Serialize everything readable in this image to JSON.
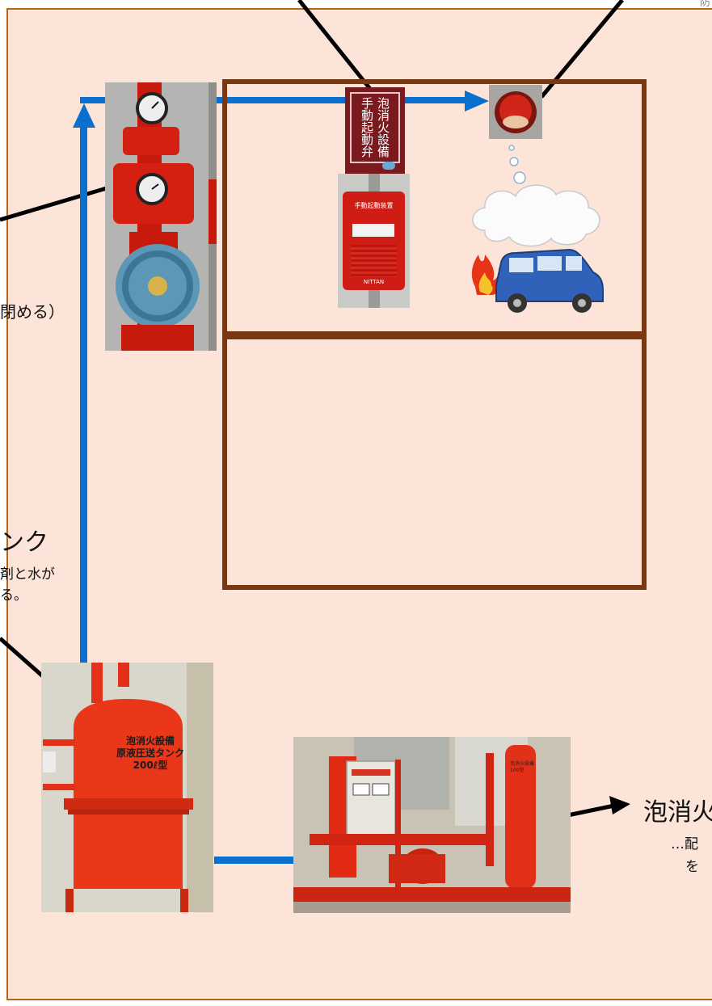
{
  "corner_mark": "防",
  "labels": {
    "valve_text": "閉める）",
    "tank_title": "ンク",
    "tank_desc1": "剤と水が",
    "tank_desc2": "る。",
    "pump_title": "泡消火",
    "pump_desc1": "…配",
    "pump_desc2": "を"
  },
  "manual_sign": {
    "line1": "泡消火設備",
    "line2": "手動起動弁"
  },
  "control_box": {
    "title": "手動起動装置",
    "brand": "NITTAN"
  },
  "tank_plate": {
    "line1": "泡消火設備",
    "line2": "原液圧送タンク",
    "line3": "200ℓ型"
  },
  "pump_tag": "泡消火設備\n100型",
  "colors": {
    "panel": "#fce5d8",
    "room": "#7a3810",
    "pipe": "#0b6fd0",
    "equipment": "#e02410"
  }
}
